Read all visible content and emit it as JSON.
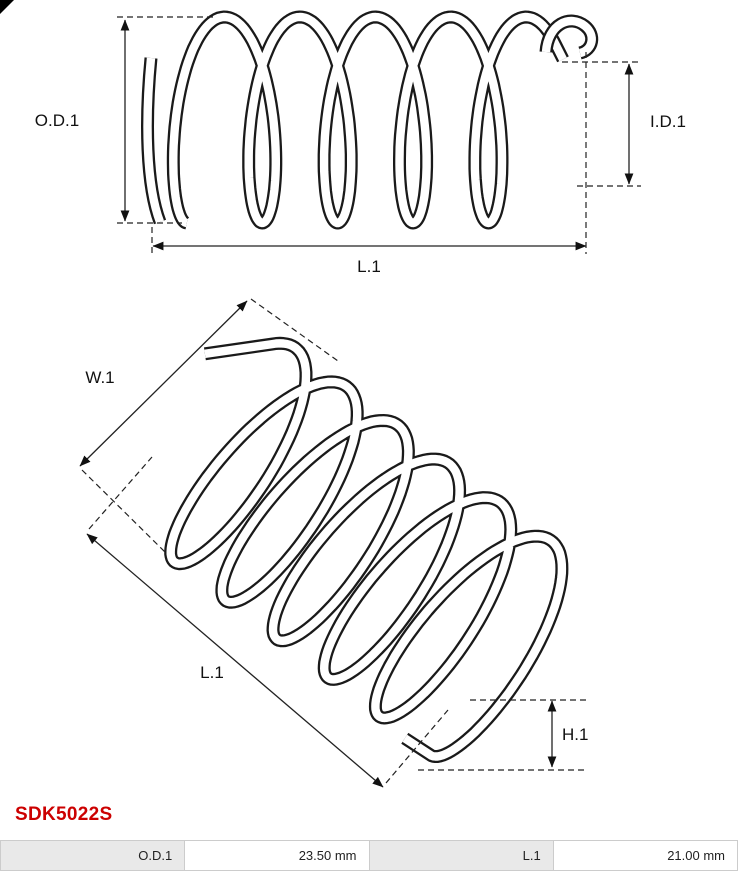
{
  "drawing": {
    "labels": {
      "od": "O.D.1",
      "id": "I.D.1",
      "length_side": "L.1",
      "width_iso": "W.1",
      "length_iso": "L.1",
      "height_iso": "H.1"
    }
  },
  "product_code": "SDK5022S",
  "colors": {
    "accent_red": "#cc0000",
    "table_label_bg": "#e9e9e9",
    "table_border": "#cccccc"
  },
  "spec_table": {
    "cells": [
      {
        "label": "O.D.1",
        "value": "23.50 mm"
      },
      {
        "label": "L.1",
        "value": "21.00 mm"
      }
    ]
  }
}
